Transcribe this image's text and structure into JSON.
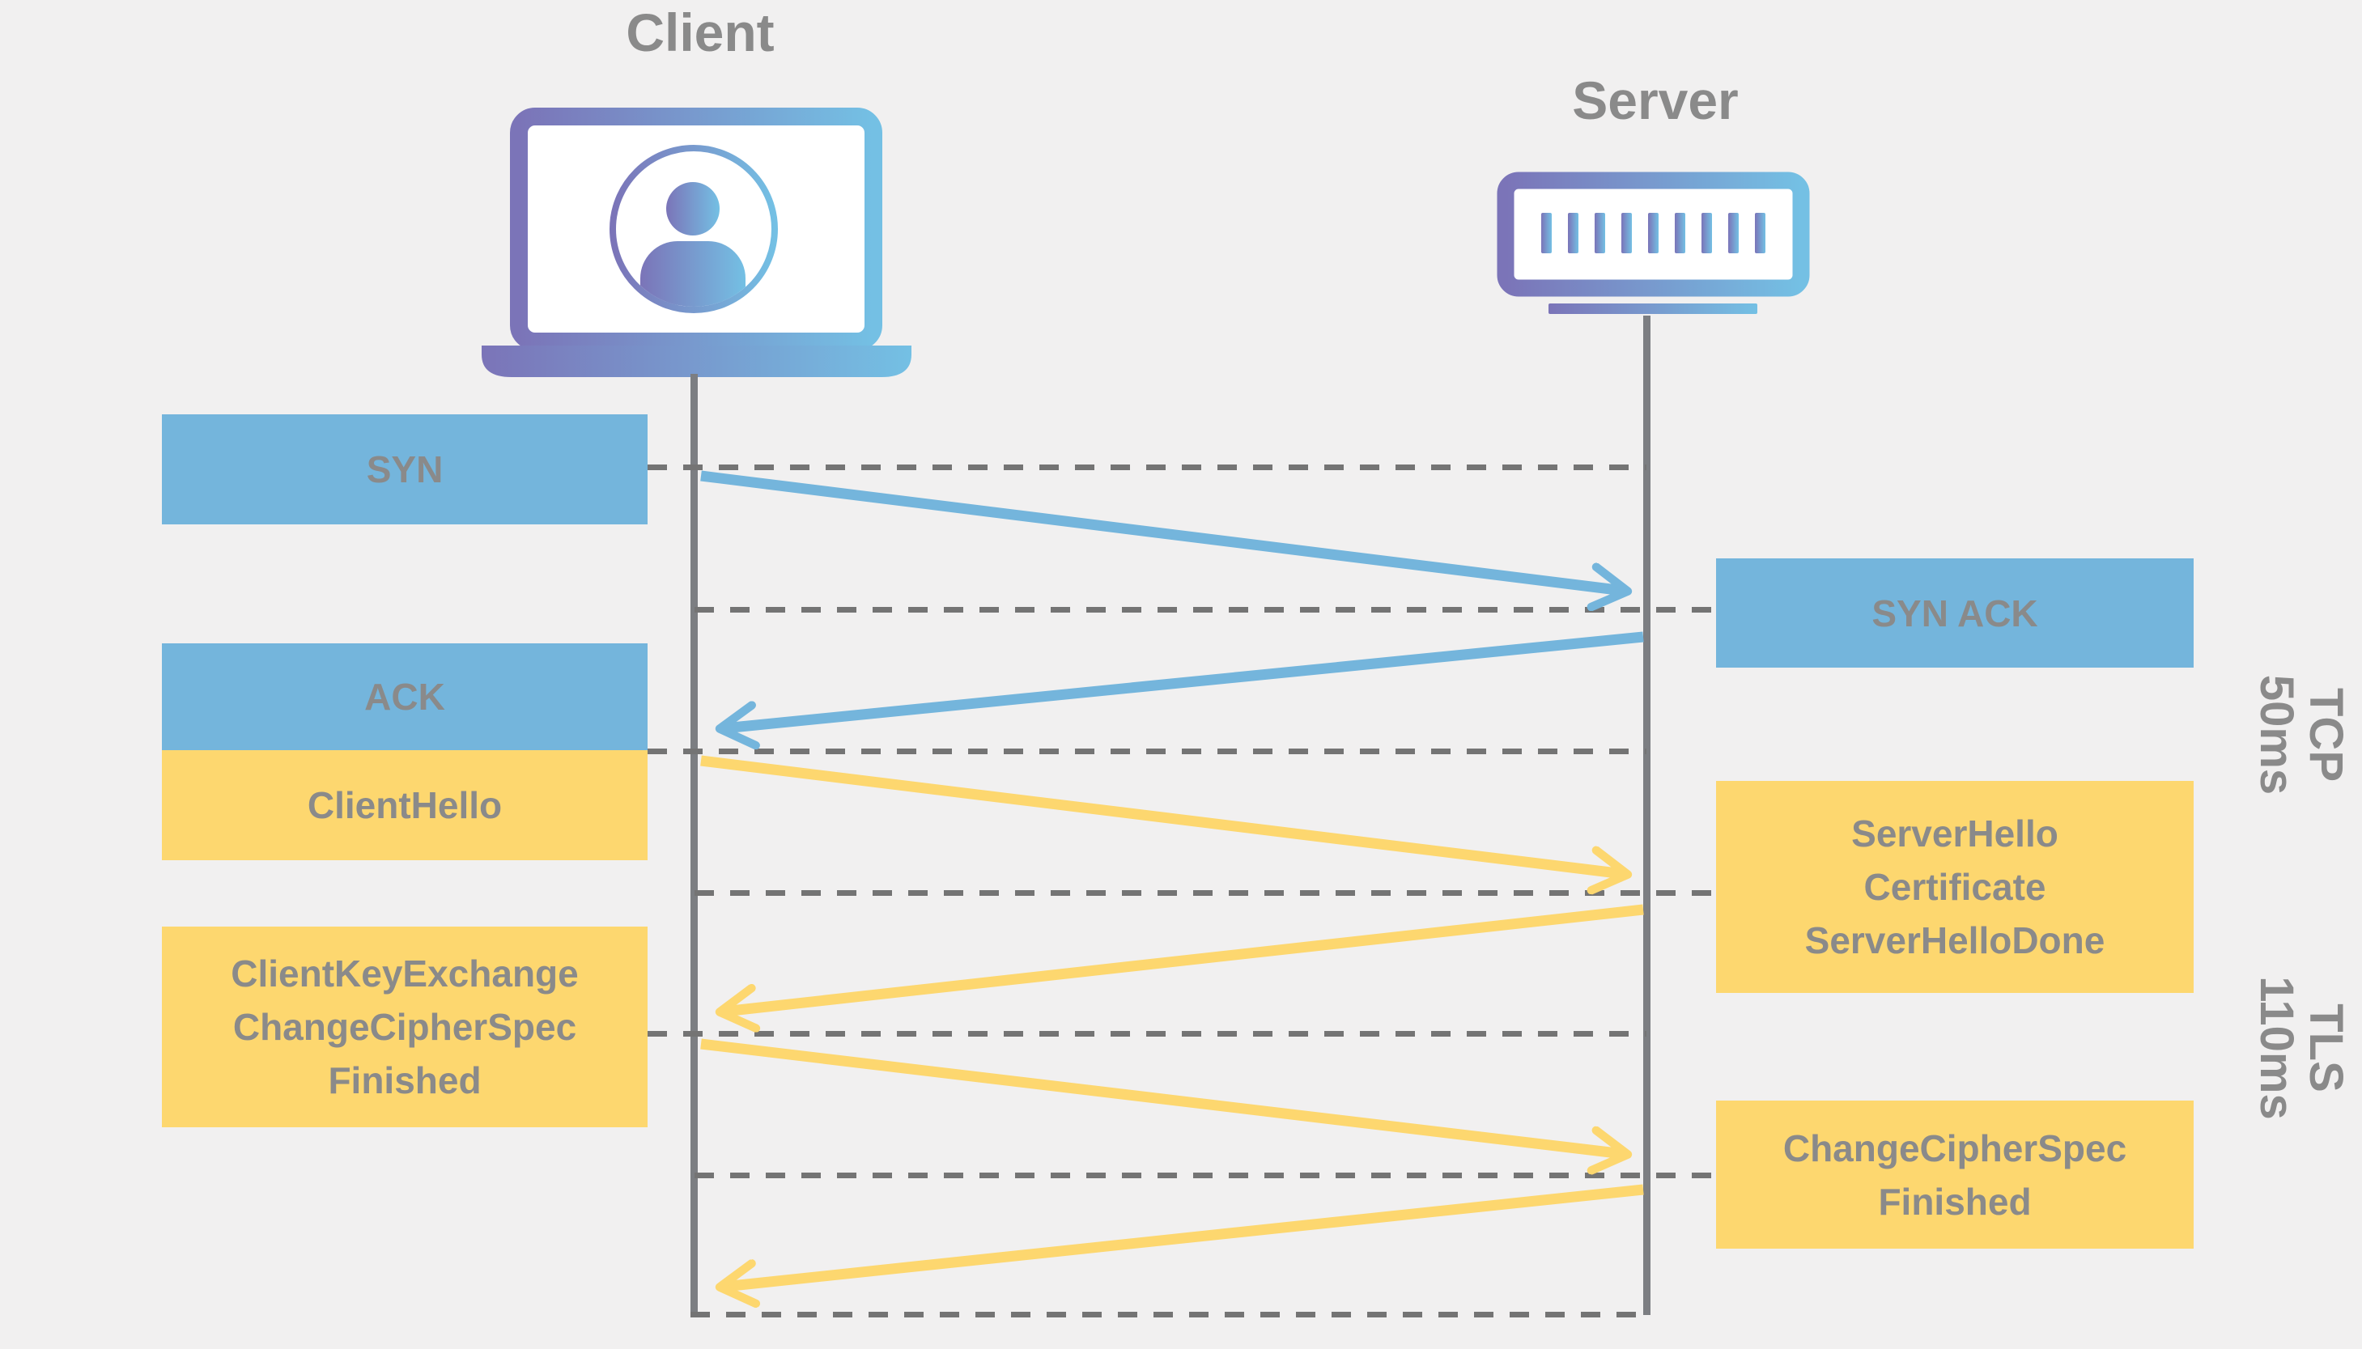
{
  "actors": {
    "client": {
      "label": "Client"
    },
    "server": {
      "label": "Server"
    }
  },
  "messages": {
    "syn": {
      "type": "tcp",
      "from": "client",
      "to": "server",
      "lines": [
        "SYN"
      ]
    },
    "syn_ack": {
      "type": "tcp",
      "from": "server",
      "to": "client",
      "lines": [
        "SYN ACK"
      ]
    },
    "ack": {
      "type": "tcp",
      "from": "client",
      "to": "server",
      "lines": [
        "ACK"
      ]
    },
    "client_hello": {
      "type": "tls",
      "from": "client",
      "to": "server",
      "lines": [
        "ClientHello"
      ]
    },
    "server_hello": {
      "type": "tls",
      "from": "server",
      "to": "client",
      "lines": [
        "ServerHello",
        "Certificate",
        "ServerHelloDone"
      ]
    },
    "client_key_exchange": {
      "type": "tls",
      "from": "client",
      "to": "server",
      "lines": [
        "ClientKeyExchange",
        "ChangeCipherSpec",
        "Finished"
      ]
    },
    "change_cipher_spec": {
      "type": "tls",
      "from": "server",
      "to": "client",
      "lines": [
        "ChangeCipherSpec",
        "Finished"
      ]
    }
  },
  "phases": {
    "tcp": {
      "lines": [
        "TCP",
        "50ms"
      ]
    },
    "tls": {
      "lines": [
        "TLS",
        "110ms"
      ]
    }
  },
  "colors": {
    "background": "#f1f0f0",
    "tcp_box": "#74b5dc",
    "tls_box": "#fdd76f",
    "tcp_arrow": "#74b5dc",
    "tls_arrow": "#fdd76f",
    "text": "#8a8a8a",
    "lifeline": "#7c7e82",
    "dashed_line": "#747474",
    "icon_gradient_start": "#7b74b8",
    "icon_gradient_end": "#74c0e4"
  }
}
